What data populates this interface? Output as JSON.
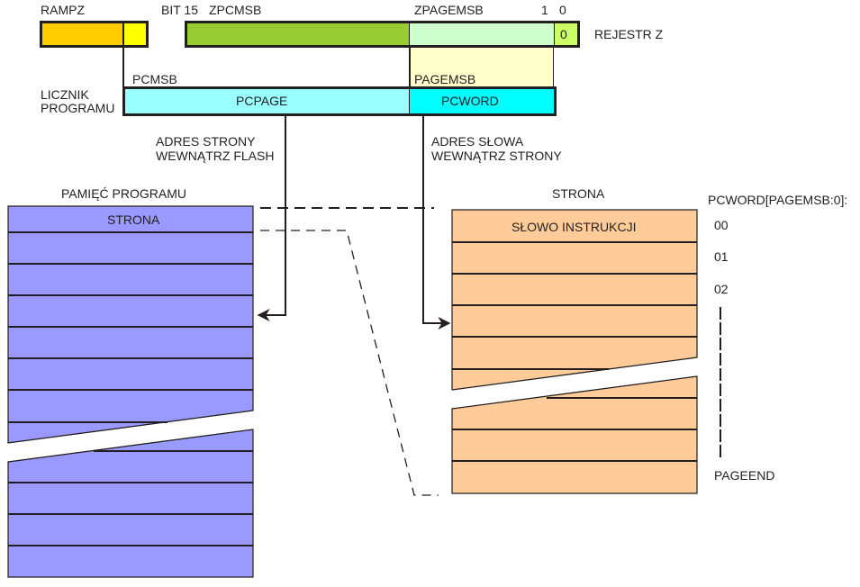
{
  "register_z": {
    "rampz_label": "RAMPZ",
    "bit15_label": "BIT 15",
    "zpcmsb_label": "ZPCMSB",
    "zpagemsb_label": "ZPAGEMSB",
    "bit1_label": "1",
    "bit0_label": "0",
    "bit0_value": "0",
    "name": "REJESTR Z"
  },
  "program_counter": {
    "name_line1": "LICZNIK",
    "name_line2": "PROGRAMU",
    "pcmsb_label": "PCMSB",
    "pagemsb_label": "PAGEMSB",
    "pcpage_label": "PCPAGE",
    "pcword_label": "PCWORD"
  },
  "annotations": {
    "page_address_line1": "ADRES STRONY",
    "page_address_line2": "WEWNĄTRZ FLASH",
    "word_address_line1": "ADRES SŁOWA",
    "word_address_line2": "WEWNĄTRZ STRONY"
  },
  "program_memory": {
    "title": "PAMIĘĆ PROGRAMU",
    "first_row_label": "STRONA"
  },
  "page": {
    "title": "STRONA",
    "first_row_label": "SŁOWO INSTRUKCJI",
    "index_header": "PCWORD[PAGEMSB:0]:",
    "indices": [
      "00",
      "01",
      "02"
    ],
    "end_label": "PAGEEND"
  },
  "colors": {
    "rampz_main": "#ffcc00",
    "rampz_msb": "#ffff00",
    "z_high": "#99cc33",
    "z_page": "#ccffcc",
    "z_bit0": "#ccff66",
    "pagemsb_band": "#ffffcc",
    "pcpage": "#99ffff",
    "pcword": "#00ffff",
    "program_memory": "#9999ff",
    "page_block": "#ffcc99"
  }
}
